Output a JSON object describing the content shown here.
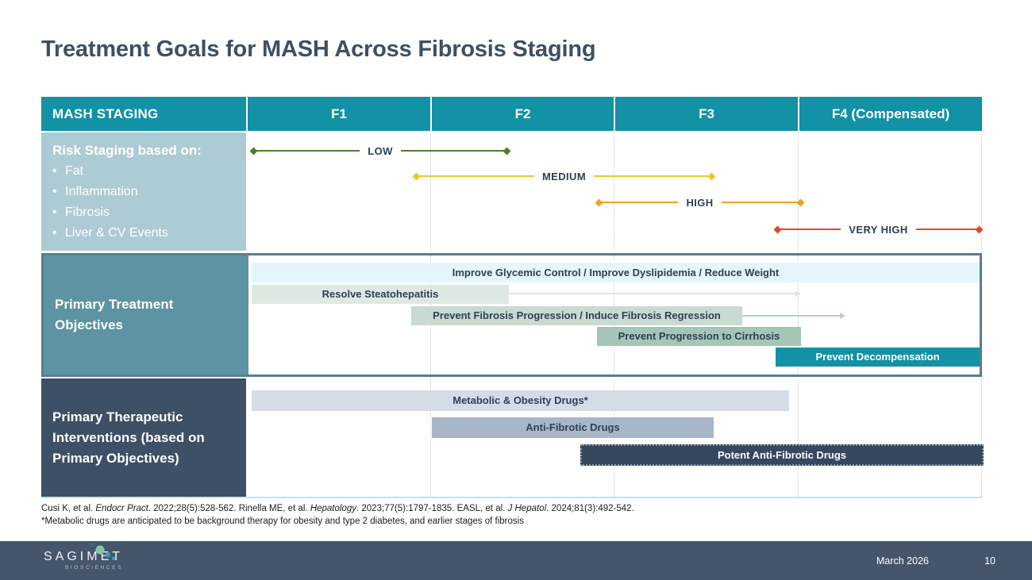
{
  "slide": {
    "title": "Treatment Goals for MASH Across Fibrosis Staging"
  },
  "colors": {
    "header_teal": "#1292a4",
    "risk_label_bg": "#adcbd4",
    "objectives_label_bg": "#5d93a2",
    "interventions_label_bg": "#3d5065",
    "objectives_border": "#567f8e",
    "footer_bar": "#46566a",
    "bottom_accent_line": "#b9e7f0"
  },
  "table": {
    "header": {
      "row_label": "MASH STAGING",
      "columns": [
        {
          "label": "F1"
        },
        {
          "label": "F2"
        },
        {
          "label": "F3"
        },
        {
          "label": "F4 (Compensated)"
        }
      ]
    },
    "risk": {
      "heading": "Risk Staging based on:",
      "bullet_char": "•",
      "bullets": [
        {
          "text": "Fat"
        },
        {
          "text": "Inflammation"
        },
        {
          "text": "Fibrosis"
        },
        {
          "text": "Liver & CV Events"
        }
      ],
      "arrows": [
        {
          "label": "LOW",
          "color": "#4e7d2d"
        },
        {
          "label": "MEDIUM",
          "color": "#eec431"
        },
        {
          "label": "HIGH",
          "color": "#f4a01d"
        },
        {
          "label": "VERY HIGH",
          "color": "#e64727"
        }
      ]
    },
    "objectives": {
      "label": "Primary Treatment Objectives",
      "bars": [
        {
          "label": "Improve Glycemic Control / Improve Dyslipidemia / Reduce Weight",
          "color": "#e4f6fb"
        },
        {
          "label": "Resolve Steatohepatitis",
          "color": "#dfe9e3",
          "arrow_color": "#dce7e0"
        },
        {
          "label": "Prevent Fibrosis Progression / Induce Fibrosis Regression",
          "color": "#c8dbd0",
          "arrow_color": "#b7d1c2"
        },
        {
          "label": "Prevent Progression to Cirrhosis",
          "color": "#a5c5b6"
        },
        {
          "label": "Prevent Decompensation",
          "color": "#1292a4",
          "text_color": "#ffffff"
        }
      ]
    },
    "interventions": {
      "label": "Primary Therapeutic Interventions (based on Primary Objectives)",
      "bars": [
        {
          "label": "Metabolic & Obesity Drugs*",
          "color": "#d5dce6"
        },
        {
          "label": "Anti-Fibrotic Drugs",
          "color": "#a8b6ca"
        },
        {
          "label": "Potent Anti-Fibrotic Drugs",
          "color": "#36485f",
          "text_color": "#ffffff"
        }
      ]
    }
  },
  "footnotes": {
    "citation_parts": [
      {
        "text": "Cusi K, et al. "
      },
      {
        "text": "Endocr Pract"
      },
      {
        "text": ". 2022;28(5):528-562. "
      },
      {
        "text": "Rinella ME, et al. "
      },
      {
        "text": "Hepatology"
      },
      {
        "text": ". 2023;77(5):1797-1835. "
      },
      {
        "text": "EASL, et al. "
      },
      {
        "text": "J Hepatol"
      },
      {
        "text": ". 2024;81(3):492-542."
      }
    ],
    "asterisk_note": "*Metabolic drugs are anticipated to be background therapy for obesity and type 2 diabetes, and earlier stages of fibrosis"
  },
  "footer": {
    "brand": "SAGIMET",
    "brand_sub": "BIOSCIENCES",
    "date": "March 2026",
    "page_number": "10"
  }
}
